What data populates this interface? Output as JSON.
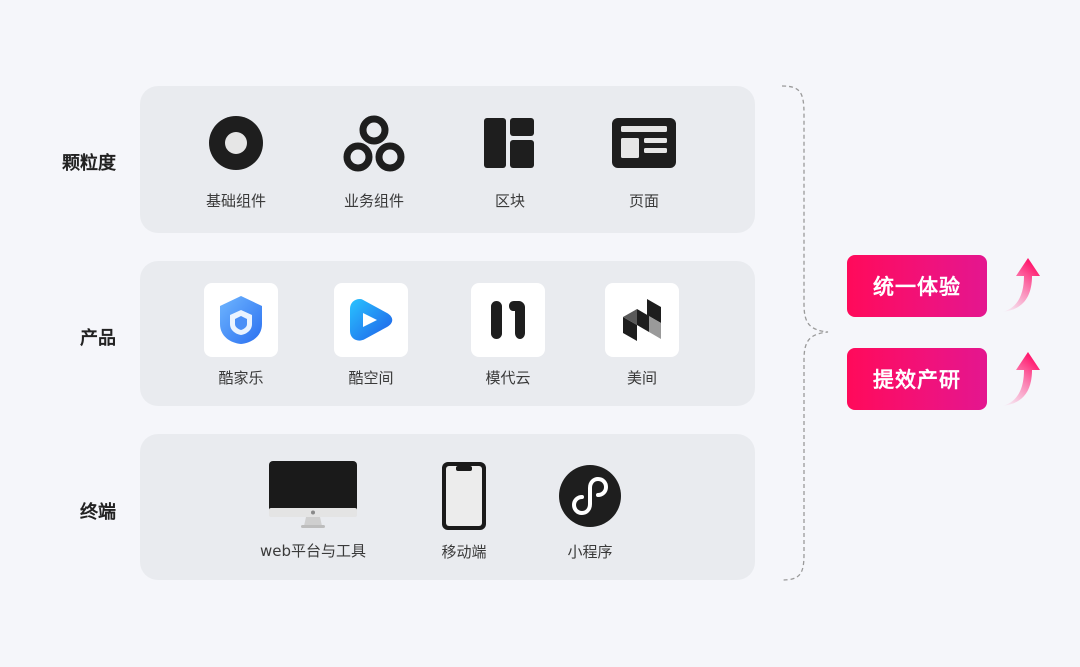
{
  "rows": {
    "granularity": {
      "label": "颗粒度",
      "items": [
        {
          "label": "基础组件",
          "icon": "ring-icon"
        },
        {
          "label": "业务组件",
          "icon": "three-circles-icon"
        },
        {
          "label": "区块",
          "icon": "block-layout-icon"
        },
        {
          "label": "页面",
          "icon": "page-layout-icon"
        }
      ]
    },
    "product": {
      "label": "产品",
      "items": [
        {
          "label": "酷家乐",
          "icon": "kujiale-shield-logo"
        },
        {
          "label": "酷空间",
          "icon": "kukongjian-play-logo"
        },
        {
          "label": "模代云",
          "icon": "modaiyun-logo"
        },
        {
          "label": "美间",
          "icon": "meijian-logo"
        }
      ]
    },
    "terminal": {
      "label": "终端",
      "items": [
        {
          "label": "web平台与工具",
          "icon": "imac-desktop-icon"
        },
        {
          "label": "移动端",
          "icon": "smartphone-icon"
        },
        {
          "label": "小程序",
          "icon": "mini-program-icon"
        }
      ]
    }
  },
  "badges": [
    {
      "label": "统一体验"
    },
    {
      "label": "提效产研"
    }
  ],
  "colors": {
    "background": "#f5f6fa",
    "panel": "#e9ebef",
    "accent_start": "#ff0a5a",
    "accent_end": "#e4168f",
    "icon_dark": "#1e1e1e",
    "logo_blue": "#2f7df6"
  }
}
